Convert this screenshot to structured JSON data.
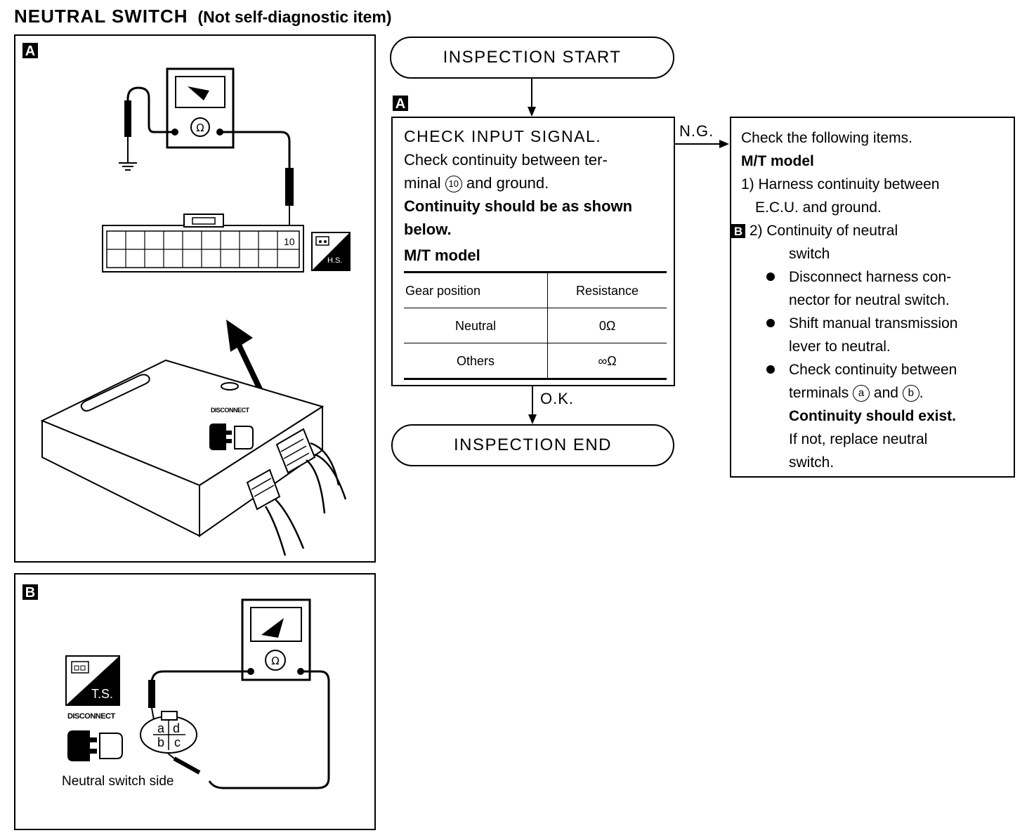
{
  "title": {
    "main": "NEUTRAL  SWITCH",
    "sub": "(Not self-diagnostic item)"
  },
  "panel_a": {
    "tag": "A",
    "terminal_label": "10",
    "icon_label": "H.S.",
    "disconnect_label": "DISCONNECT"
  },
  "panel_b": {
    "tag": "B",
    "icon_label": "T.S.",
    "disconnect_label": "DISCONNECT",
    "caption": "Neutral switch side",
    "terminals": [
      "a",
      "d",
      "b",
      "c"
    ]
  },
  "flow": {
    "start": "INSPECTION  START",
    "end": "INSPECTION  END",
    "step_tag": "A",
    "ng_label": "N.G.",
    "ok_label": "O.K.",
    "check": {
      "heading": "CHECK  INPUT  SIGNAL.",
      "line1": "Check continuity between ter-",
      "line2a": "minal",
      "terminal": "10",
      "line2b": "and ground.",
      "bold1": "Continuity should be as shown",
      "bold2": "below.",
      "model": "M/T model",
      "table": {
        "headers": [
          "Gear position",
          "Resistance"
        ],
        "rows": [
          [
            "Neutral",
            "0Ω"
          ],
          [
            "Others",
            "∞Ω"
          ]
        ]
      }
    },
    "ng_box": {
      "intro": "Check the following items.",
      "model": "M/T model",
      "item1_a": "1)  Harness continuity between",
      "item1_b": "E.C.U. and ground.",
      "item2_tag": "B",
      "item2_a": "2)  Continuity of neutral",
      "item2_b": "switch",
      "bullet1_a": "Disconnect harness con-",
      "bullet1_b": "nector for neutral switch.",
      "bullet2_a": "Shift manual transmission",
      "bullet2_b": "lever to neutral.",
      "bullet3_a": "Check continuity between",
      "bullet3_b1": "terminals",
      "term_a": "a",
      "bullet3_and": "and",
      "term_b": "b",
      "bullet3_end": ".",
      "bold": "Continuity should exist.",
      "fix_a": "If not, replace neutral",
      "fix_b": "switch."
    }
  }
}
